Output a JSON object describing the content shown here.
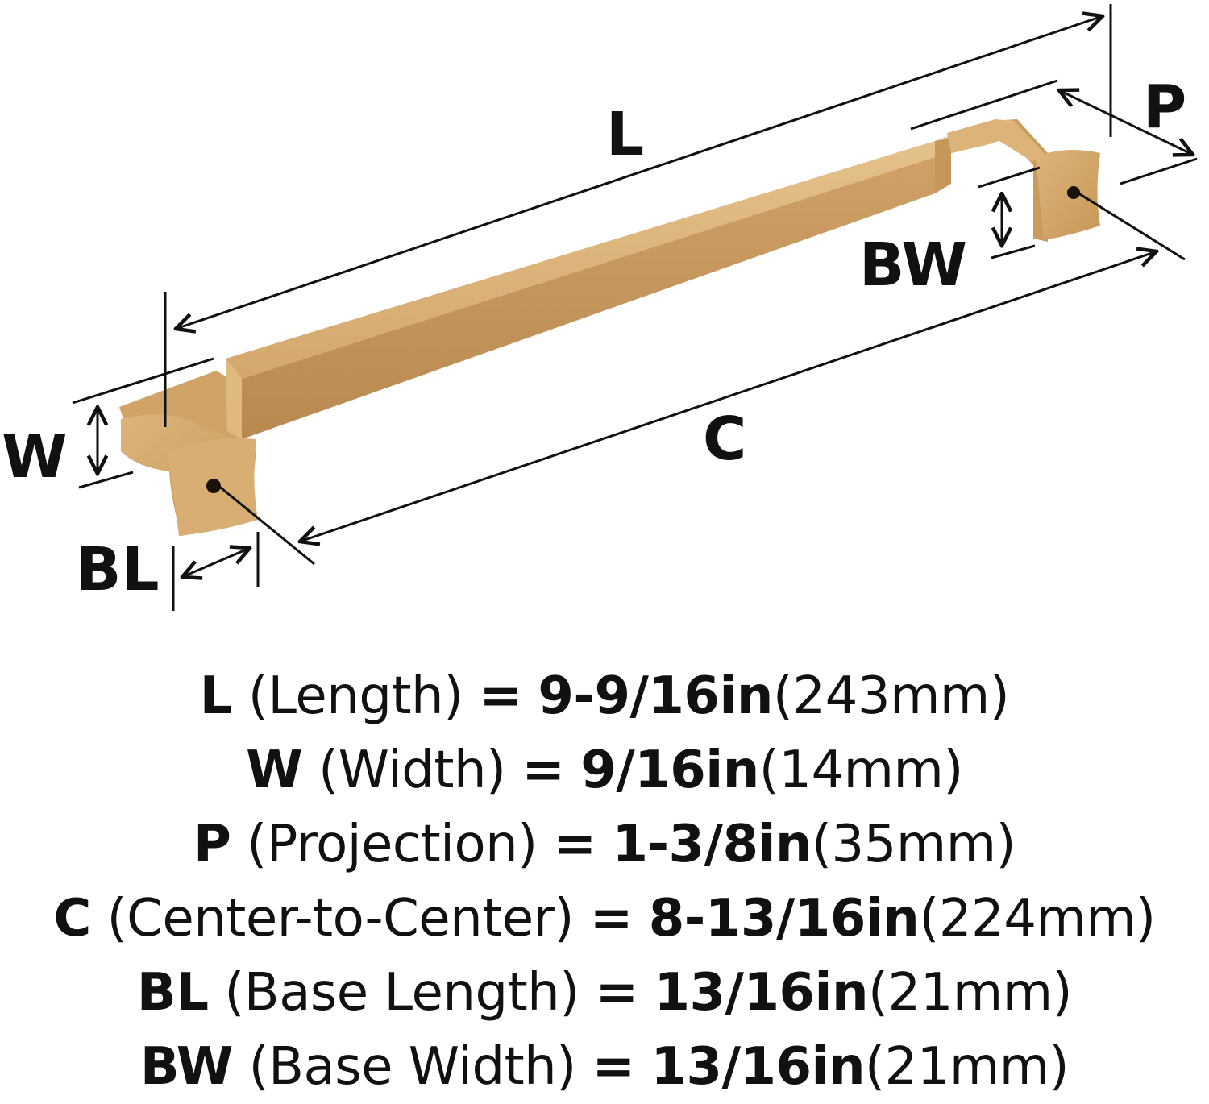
{
  "diagram": {
    "handle_color": "#D2A56A",
    "handle_shadow_color": "#B98C50",
    "handle_highlight_color": "#E3BE86",
    "line_color": "#111111",
    "labels": {
      "L": "L",
      "P": "P",
      "BW": "BW",
      "W": "W",
      "C": "C",
      "BL": "BL"
    }
  },
  "specs": [
    {
      "key": "L",
      "name": "(Length)",
      "eq": "=",
      "imperial": "9-9/16in",
      "metric": "(243mm)"
    },
    {
      "key": "W",
      "name": "(Width)",
      "eq": "=",
      "imperial": "9/16in",
      "metric": "(14mm)"
    },
    {
      "key": "P",
      "name": "(Projection)",
      "eq": "=",
      "imperial": "1-3/8in",
      "metric": "(35mm)"
    },
    {
      "key": "C",
      "name": "(Center-to-Center)",
      "eq": "=",
      "imperial": "8-13/16in",
      "metric": "(224mm)"
    },
    {
      "key": "BL",
      "name": "(Base Length)",
      "eq": "=",
      "imperial": "13/16in",
      "metric": "(21mm)"
    },
    {
      "key": "BW",
      "name": "(Base Width)",
      "eq": "=",
      "imperial": "13/16in",
      "metric": "(21mm)"
    }
  ]
}
